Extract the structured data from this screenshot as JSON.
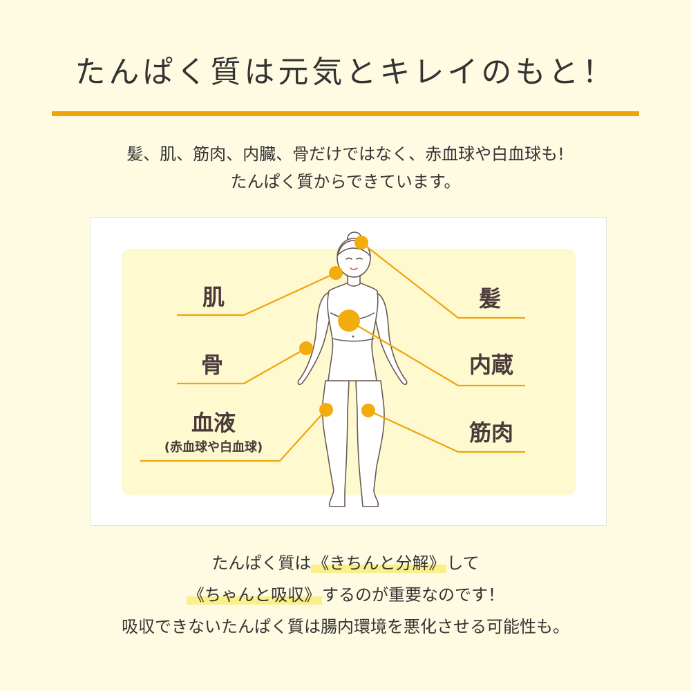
{
  "title": "たんぱく質は元気とキレイのもと！",
  "intro": {
    "line1": "髪、肌、筋肉、内臓、骨だけではなく、赤血球や白血球も!",
    "line2": "たんぱく質からできています。"
  },
  "figure": {
    "labels": {
      "skin": "肌",
      "bone": "骨",
      "blood": "血液",
      "blood_sub": "(赤血球や白血球)",
      "hair": "髪",
      "organs": "内蔵",
      "muscle": "筋肉"
    }
  },
  "bottom": {
    "line1_pre": "たんぱく質は",
    "line1_hl": "《きちんと分解》",
    "line1_post": "して",
    "line2_hl": "《ちゃんと吸収》",
    "line2_post": "するのが重要なのです！",
    "line3": "吸収できないたんぱく質は腸内環境を悪化させる可能性も。"
  },
  "colors": {
    "accent": "#f0a30a",
    "background": "#fffbe3",
    "panel": "#fef9cf"
  }
}
